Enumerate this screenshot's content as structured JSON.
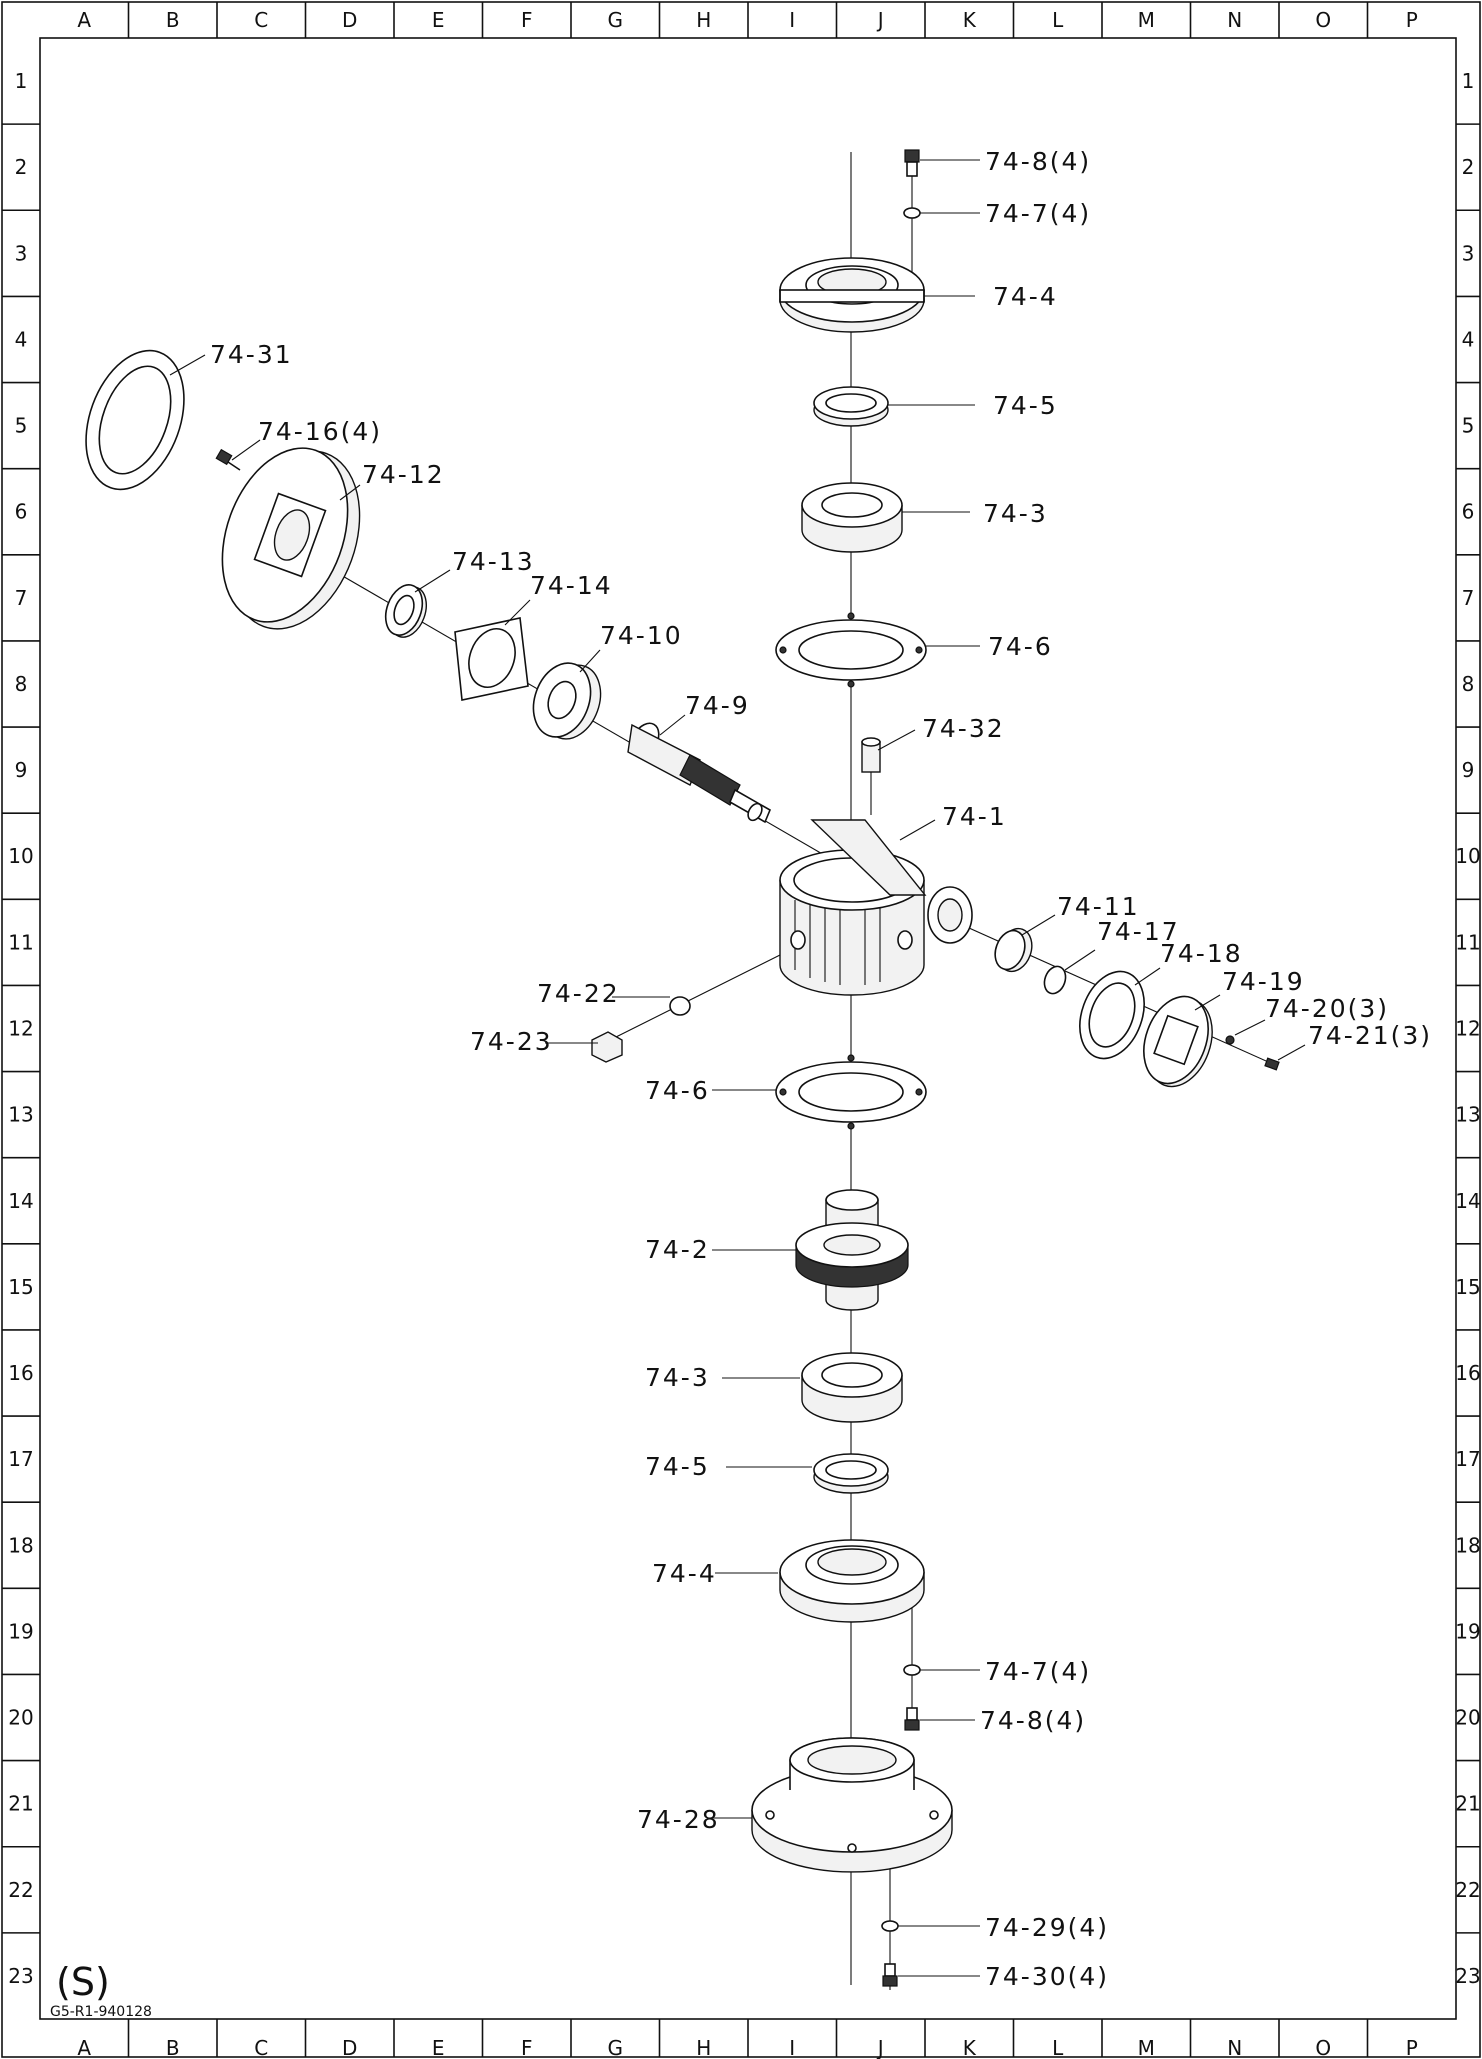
{
  "frame": {
    "columns": [
      "A",
      "B",
      "C",
      "D",
      "E",
      "F",
      "G",
      "H",
      "I",
      "J",
      "K",
      "L",
      "M",
      "N",
      "O",
      "P"
    ],
    "rows": [
      "1",
      "2",
      "3",
      "4",
      "5",
      "6",
      "7",
      "8",
      "9",
      "10",
      "11",
      "12",
      "13",
      "14",
      "15",
      "16",
      "17",
      "18",
      "19",
      "20",
      "21",
      "22",
      "23"
    ]
  },
  "callouts": [
    {
      "id": "c1",
      "text": "74-8(4)"
    },
    {
      "id": "c2",
      "text": "74-7(4)"
    },
    {
      "id": "c3",
      "text": "74-4"
    },
    {
      "id": "c4",
      "text": "74-5"
    },
    {
      "id": "c5",
      "text": "74-3"
    },
    {
      "id": "c6",
      "text": "74-6"
    },
    {
      "id": "c7",
      "text": "74-32"
    },
    {
      "id": "c8",
      "text": "74-1"
    },
    {
      "id": "c9",
      "text": "74-31"
    },
    {
      "id": "c10",
      "text": "74-16(4)"
    },
    {
      "id": "c11",
      "text": "74-12"
    },
    {
      "id": "c12",
      "text": "74-13"
    },
    {
      "id": "c13",
      "text": "74-14"
    },
    {
      "id": "c14",
      "text": "74-10"
    },
    {
      "id": "c15",
      "text": "74-9"
    },
    {
      "id": "c16",
      "text": "74-11"
    },
    {
      "id": "c17",
      "text": "74-17"
    },
    {
      "id": "c18",
      "text": "74-18"
    },
    {
      "id": "c19",
      "text": "74-19"
    },
    {
      "id": "c20",
      "text": "74-20(3)"
    },
    {
      "id": "c21",
      "text": "74-21(3)"
    },
    {
      "id": "c22",
      "text": "74-22"
    },
    {
      "id": "c23",
      "text": "74-23"
    },
    {
      "id": "c24",
      "text": "74-6"
    },
    {
      "id": "c25",
      "text": "74-2"
    },
    {
      "id": "c26",
      "text": "74-3"
    },
    {
      "id": "c27",
      "text": "74-5"
    },
    {
      "id": "c28",
      "text": "74-4"
    },
    {
      "id": "c29",
      "text": "74-7(4)"
    },
    {
      "id": "c30",
      "text": "74-8(4)"
    },
    {
      "id": "c31",
      "text": "74-28"
    },
    {
      "id": "c32",
      "text": "74-29(4)"
    },
    {
      "id": "c33",
      "text": "74-30(4)"
    }
  ],
  "variant_mark": "(S)",
  "drawing_code": "G5-R1-940128"
}
